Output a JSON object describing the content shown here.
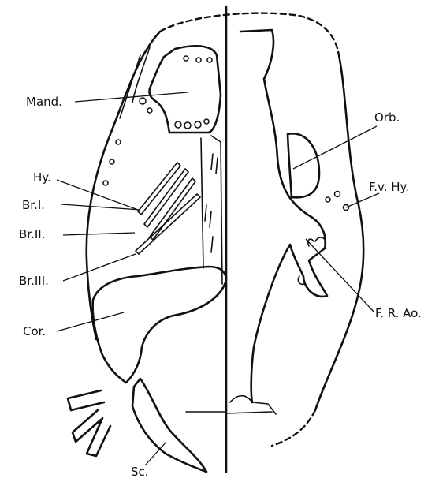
{
  "figure": {
    "labels": {
      "mand": "Mand.",
      "hy": "Hy.",
      "br1": "Br.I.",
      "br2": "Br.II.",
      "br3": "Br.III.",
      "cor": "Cor.",
      "sc": "Sc.",
      "orb": "Orb.",
      "fvhy": "F.v. Hy.",
      "frao": "F. R. Ao."
    }
  }
}
